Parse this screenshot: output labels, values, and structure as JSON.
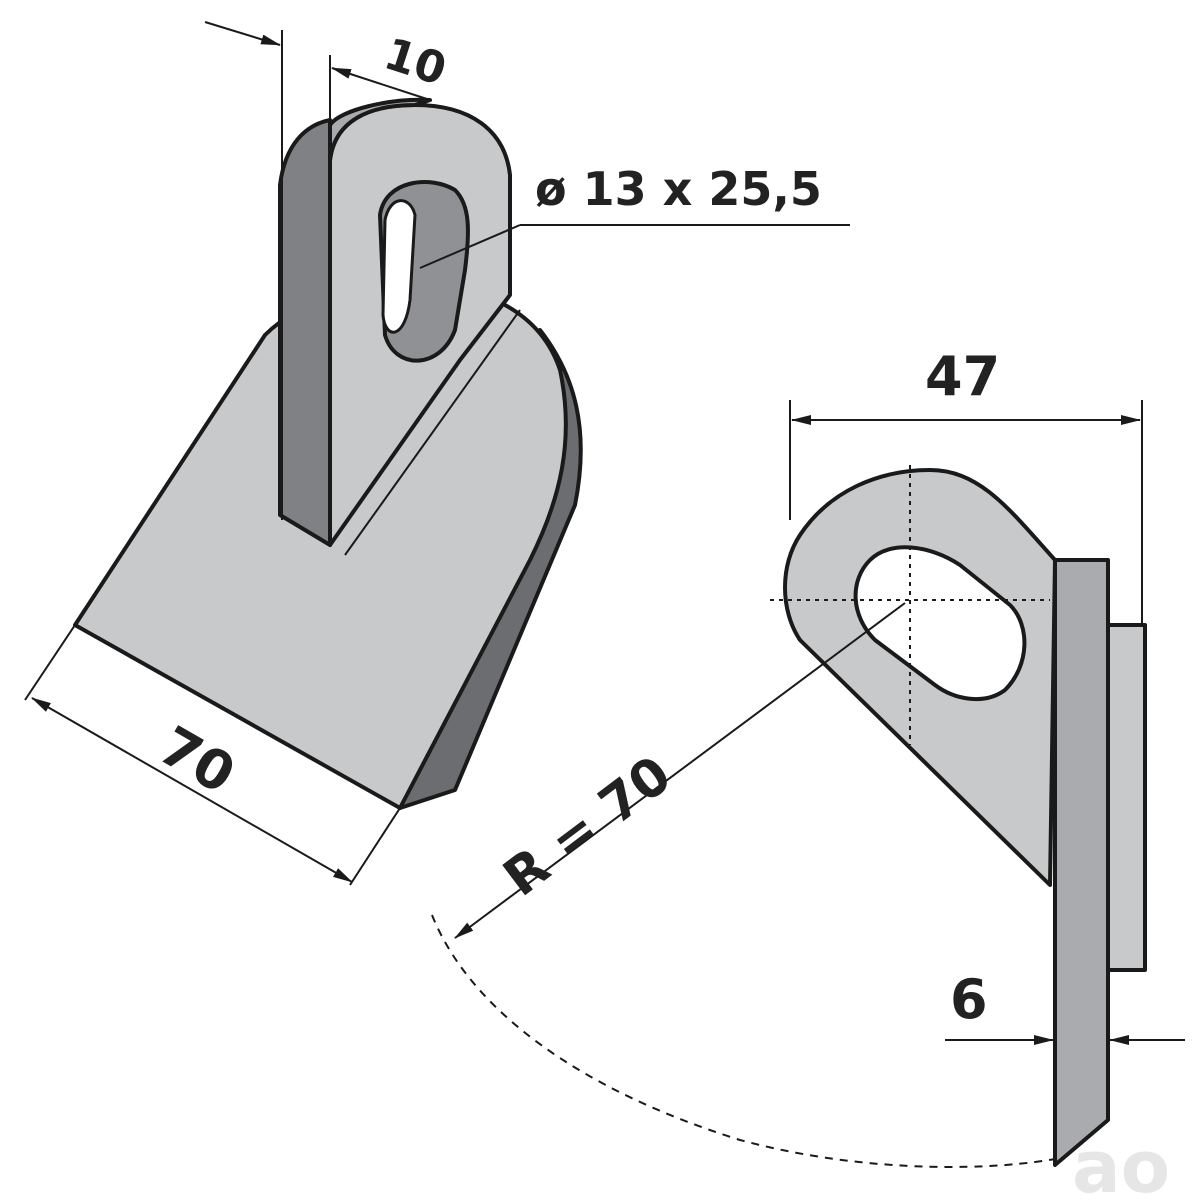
{
  "colors": {
    "face_light": "#c7c9cb",
    "face_mid": "#a9abae",
    "face_dark": "#7f8184",
    "edge_shadow": "#6b6d70",
    "line": "#1a1a1a",
    "logo": "#e6e6e6"
  },
  "dimensions": {
    "thickness_top": "10",
    "slot_size": "ø 13 x 25,5",
    "width": "70",
    "offset": "47",
    "radius": "R = 70",
    "blade_thickness": "6"
  },
  "logo": {
    "icon": "brand-watermark-icon",
    "text": "ao"
  }
}
